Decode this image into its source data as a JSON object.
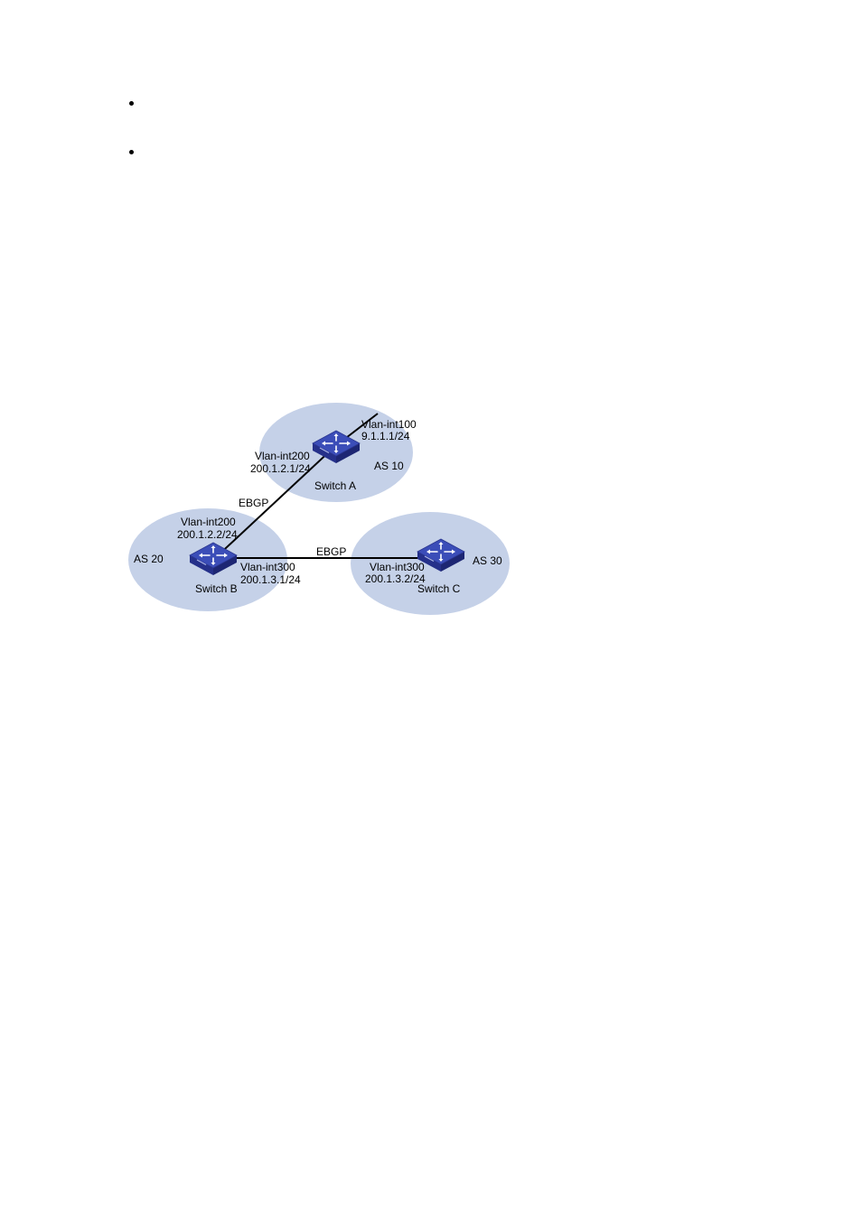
{
  "bullets": [
    "",
    ""
  ],
  "diagram": {
    "zone_color": "#c5d1e8",
    "switch_color": "#3545a8",
    "zones": [
      {
        "id": "as10",
        "label": "AS 10"
      },
      {
        "id": "as20",
        "label": "AS 20"
      },
      {
        "id": "as30",
        "label": "AS 30"
      }
    ],
    "switches": [
      {
        "id": "a",
        "label": "Switch A",
        "icon": "switch-icon"
      },
      {
        "id": "b",
        "label": "Switch B",
        "icon": "switch-icon"
      },
      {
        "id": "c",
        "label": "Switch C",
        "icon": "switch-icon"
      }
    ],
    "links": [
      {
        "id": "ab",
        "label": "EBGP"
      },
      {
        "id": "bc",
        "label": "EBGP"
      }
    ],
    "interfaces": {
      "a_vlan100": {
        "name": "Vlan-int100",
        "ip": "9.1.1.1/24"
      },
      "a_vlan200": {
        "name": "Vlan-int200",
        "ip": "200.1.2.1/24"
      },
      "b_vlan200": {
        "name": "Vlan-int200",
        "ip": "200.1.2.2/24"
      },
      "b_vlan300": {
        "name": "Vlan-int300",
        "ip": "200.1.3.1/24"
      },
      "c_vlan300": {
        "name": "Vlan-int300",
        "ip": "200.1.3.2/24"
      }
    }
  }
}
